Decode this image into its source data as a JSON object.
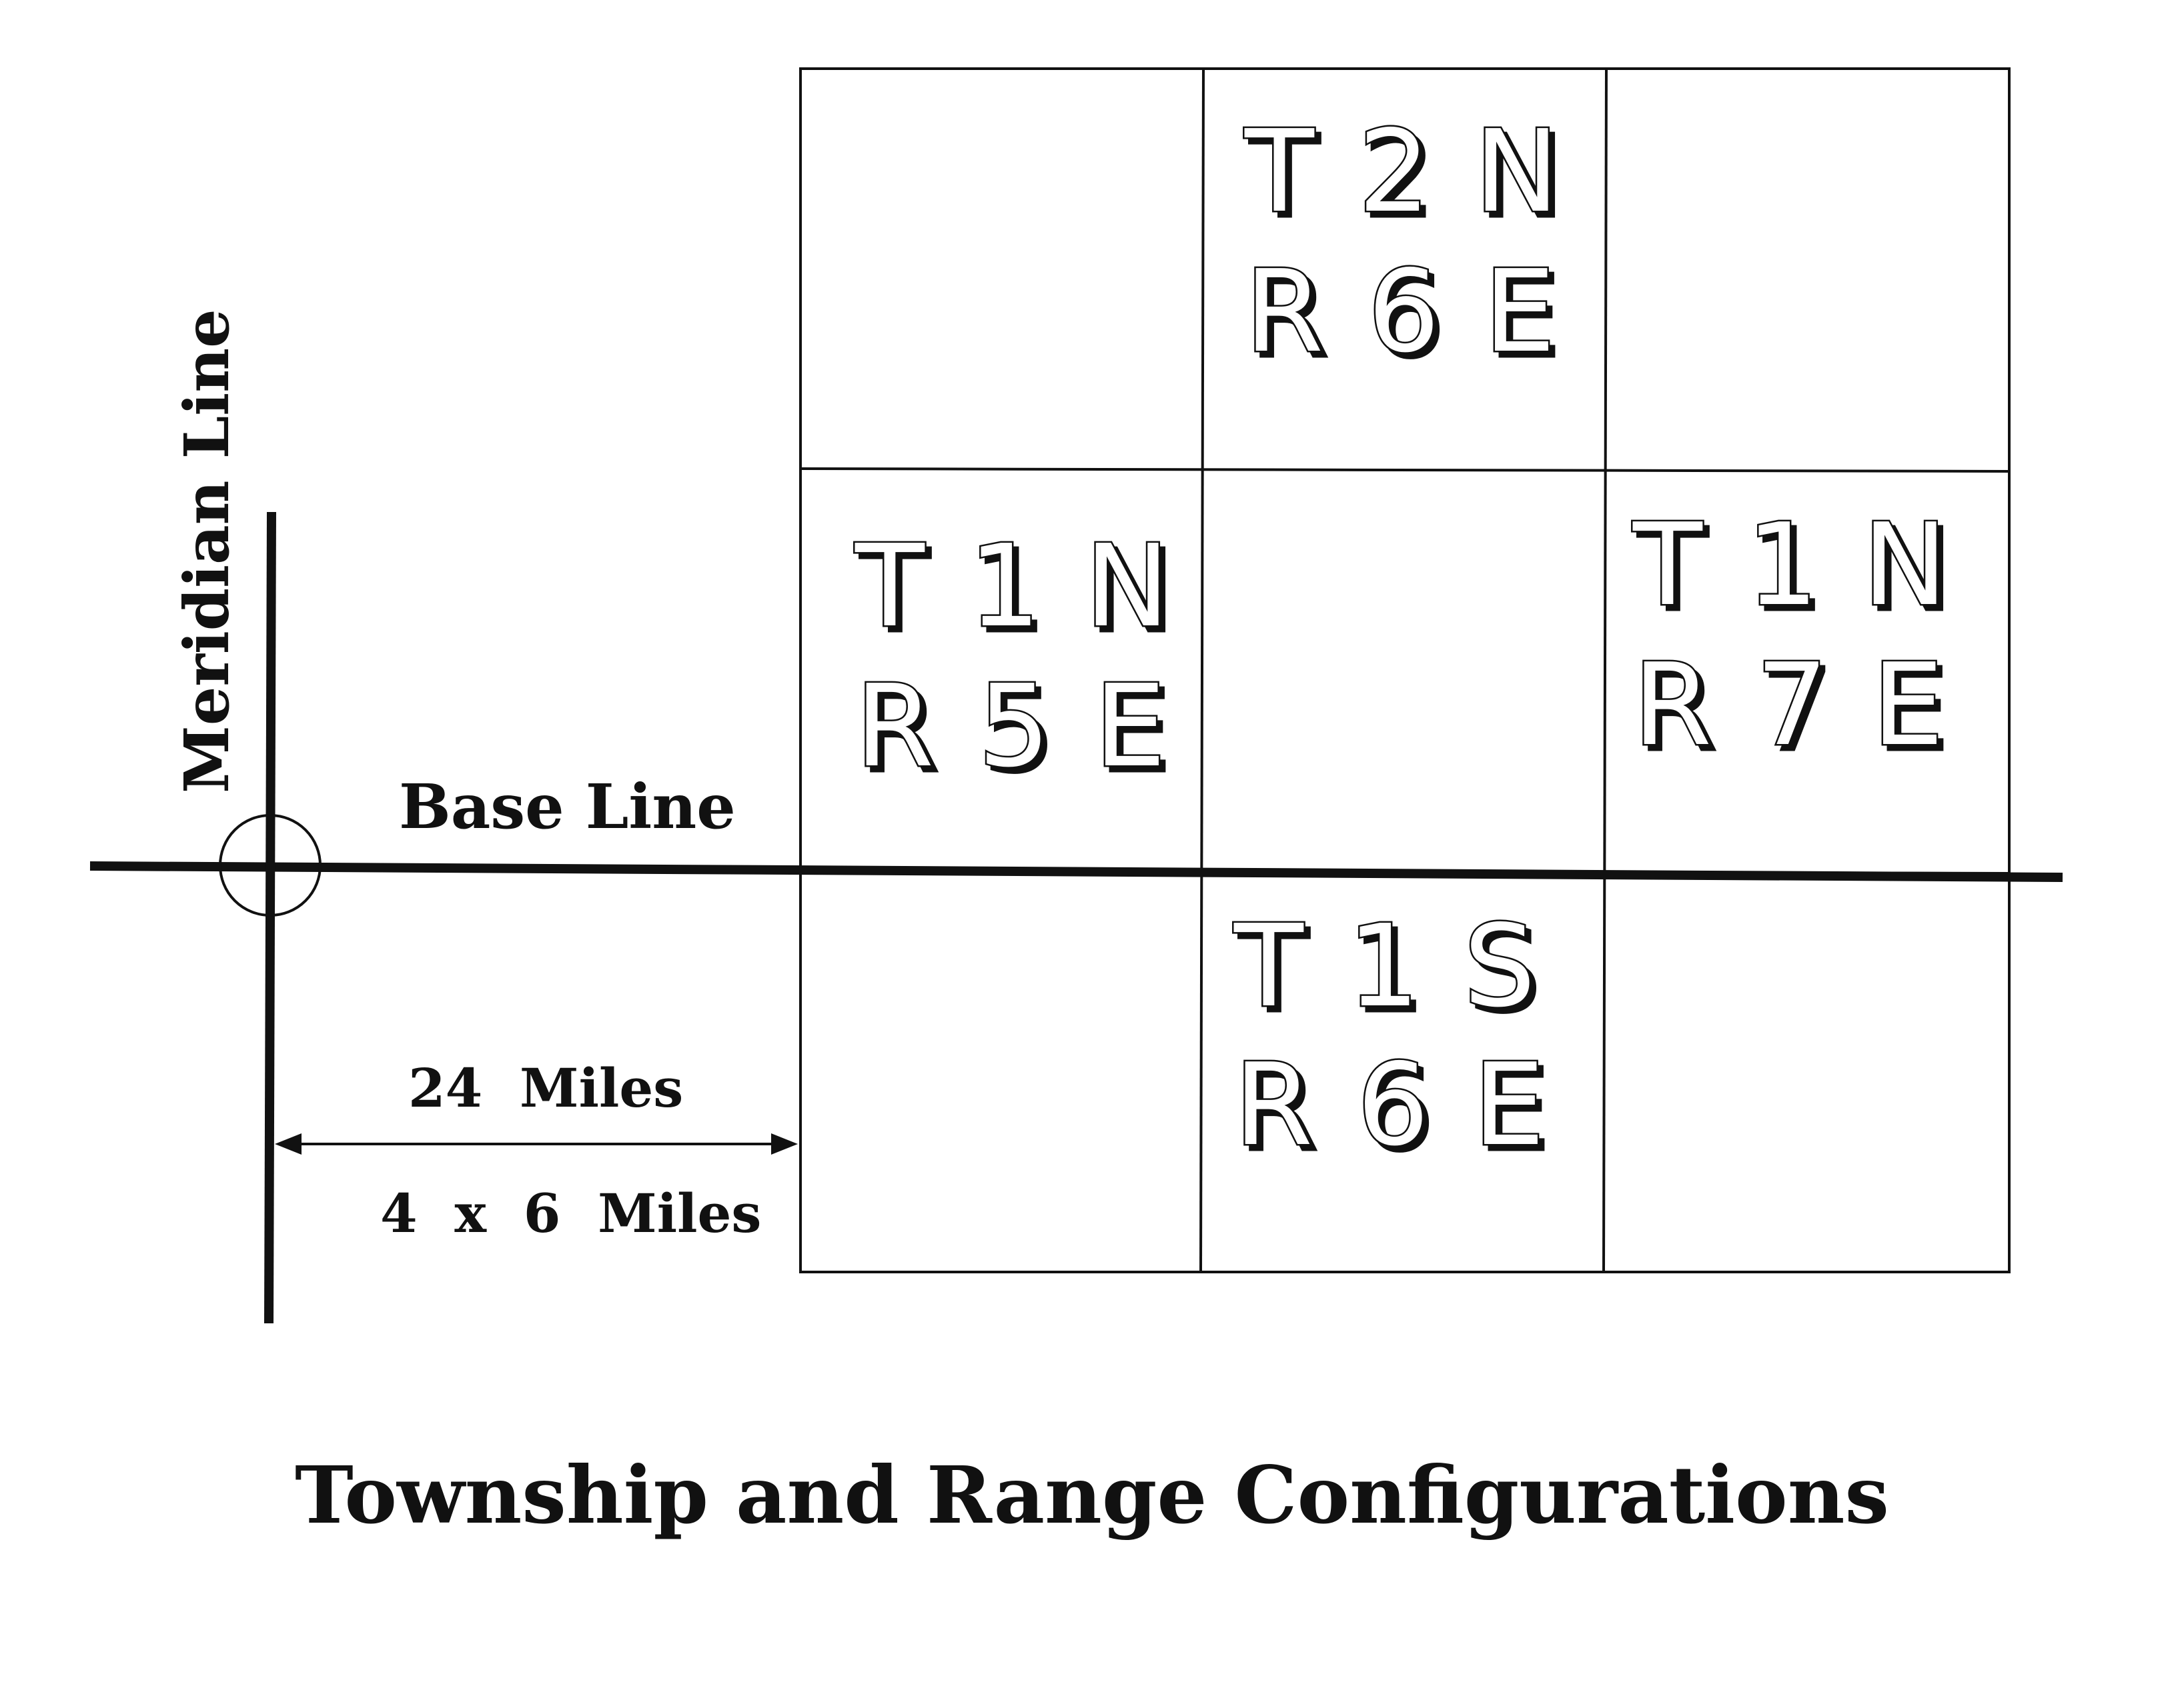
{
  "labels": {
    "meridian_line": "Meridian Line",
    "base_line": "Base Line",
    "distance_miles": "24  Miles",
    "distance_breakdown": "4  x  6  Miles"
  },
  "cells": {
    "t2n_r6e": {
      "township": "T 2 N",
      "range": "R 6 E"
    },
    "t1n_r5e": {
      "township": "T 1 N",
      "range": "R 5 E"
    },
    "t1n_r7e": {
      "township": "T 1 N",
      "range": "R 7 E"
    },
    "t1s_r6e": {
      "township": "T 1 S",
      "range": "R 6 E"
    }
  },
  "title": "Township and Range Configurations",
  "colors": {
    "ink": "#111111",
    "background": "#ffffff"
  }
}
